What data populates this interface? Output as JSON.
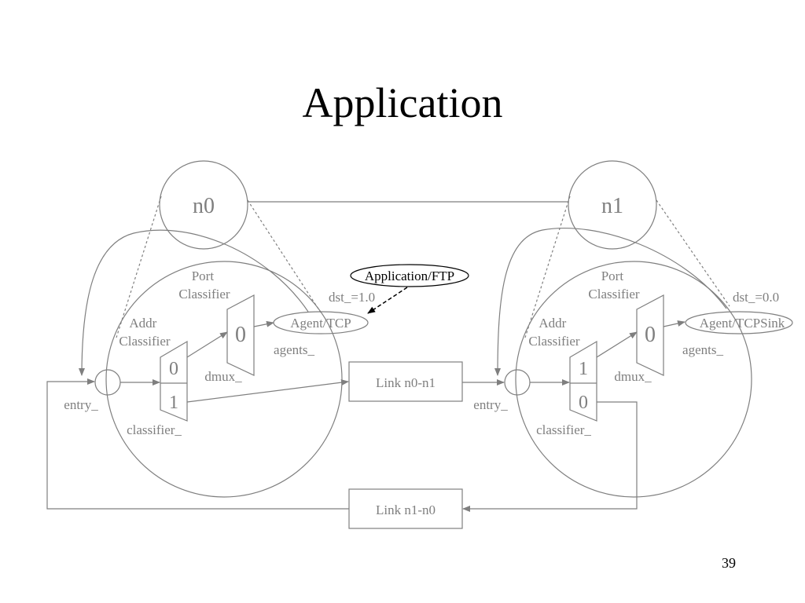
{
  "title": "Application",
  "page_number": "39",
  "colors": {
    "stroke": "#7f7f7f",
    "text": "#7f7f7f",
    "highlight": "#000000"
  },
  "node0": {
    "name": "n0",
    "port_classifier": [
      "Port",
      "Classifier"
    ],
    "addr_classifier": [
      "Addr",
      "Classifier"
    ],
    "slot_top": "0",
    "slot_bottom": "1",
    "dmux_slot": "0",
    "agent": "Agent/TCP",
    "dst": "dst_=1.0",
    "agents_label": "agents_",
    "dmux_label": "dmux_",
    "entry_label": "entry_",
    "classifier_label": "classifier_"
  },
  "node1": {
    "name": "n1",
    "port_classifier": [
      "Port",
      "Classifier"
    ],
    "addr_classifier": [
      "Addr",
      "Classifier"
    ],
    "slot_top": "1",
    "slot_bottom": "0",
    "dmux_slot": "0",
    "agent": "Agent/TCPSink",
    "dst": "dst_=0.0",
    "agents_label": "agents_",
    "dmux_label": "dmux_",
    "entry_label": "entry_",
    "classifier_label": "classifier_"
  },
  "application": "Application/FTP",
  "link_fwd": "Link n0-n1",
  "link_back": "Link n1-n0"
}
